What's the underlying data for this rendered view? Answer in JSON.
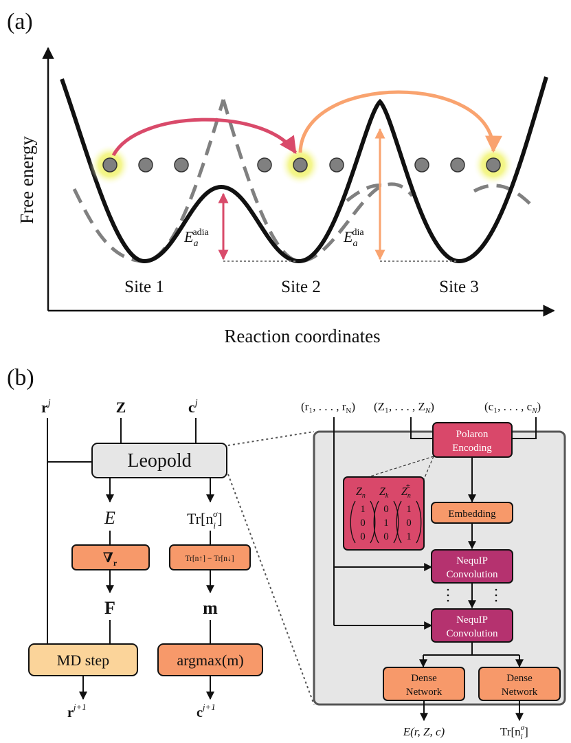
{
  "panel_a": {
    "label": "(a)",
    "y_axis_label": "Free energy",
    "x_axis_label": "Reaction coordinates",
    "sites": [
      "Site 1",
      "Site 2",
      "Site 3"
    ],
    "ea_adia": "E",
    "ea_adia_sub": "a",
    "ea_adia_sup": "adia",
    "ea_dia": "E",
    "ea_dia_sub": "a",
    "ea_dia_sup": "dia",
    "colors": {
      "adiabatic_arrow": "#d94a6a",
      "diabatic_arrow": "#f9a36f",
      "glow": "#eef05a",
      "dot": "#808080",
      "dashed": "#808080"
    }
  },
  "panel_b": {
    "label": "(b)",
    "inputs": {
      "r": "r",
      "r_sup": "j",
      "Z": "Z",
      "c": "c",
      "c_sup": "j"
    },
    "leopold": "Leopold",
    "E": "E",
    "trn": "Tr[n",
    "trn_sub": "i",
    "trn_sup": "σ",
    "trn_close": "]",
    "grad": "∇",
    "grad_sub": "r",
    "spin_diff": "Tr[n↑] − Tr[n↓]",
    "F": "F",
    "m": "m",
    "md_step": "MD step",
    "argmax": "argmax(m)",
    "r_next": "r",
    "r_next_sup": "j+1",
    "c_next": "c",
    "c_next_sup": "j+1",
    "detail_inputs": {
      "r_list": "(r₁, . . . , r",
      "r_list_sub": "N",
      "z_list": "(Z₁, . . . , Z",
      "z_list_sub": "N",
      "c_list": "(c₁, . . . , c",
      "c_list_sub": "N"
    },
    "polaron_encoding": [
      "Polaron",
      "Encoding"
    ],
    "embedding": "Embedding",
    "nequip1": [
      "NequIP",
      "Convolution"
    ],
    "nequip2": [
      "NequIP",
      "Convolution"
    ],
    "dense1": [
      "Dense",
      "Network"
    ],
    "dense2": [
      "Dense",
      "Network"
    ],
    "encoding_headers": [
      "Z",
      "Z",
      "Z"
    ],
    "encoding_header_subs": [
      "n",
      "k",
      "n"
    ],
    "encoding_header_sup": "±",
    "encoding_vectors": [
      [
        "1",
        "0",
        "0"
      ],
      [
        "0",
        "1",
        "0"
      ],
      [
        "1",
        "0",
        "1"
      ]
    ],
    "output_E": "E(r, Z, c)",
    "output_tr": "Tr[n",
    "output_tr_sub": "i",
    "output_tr_sup": "σ",
    "output_tr_close": "]",
    "colors": {
      "leopold_fill": "#e6e6e6",
      "orange_fill": "#f7996a",
      "light_orange_fill": "#fbd49a",
      "polaron_fill": "#d9486a",
      "nequip_fill": "#b5326f",
      "matrix_fill": "#d9486a",
      "panel_fill": "#e6e6e6",
      "panel_stroke": "#555555"
    }
  }
}
